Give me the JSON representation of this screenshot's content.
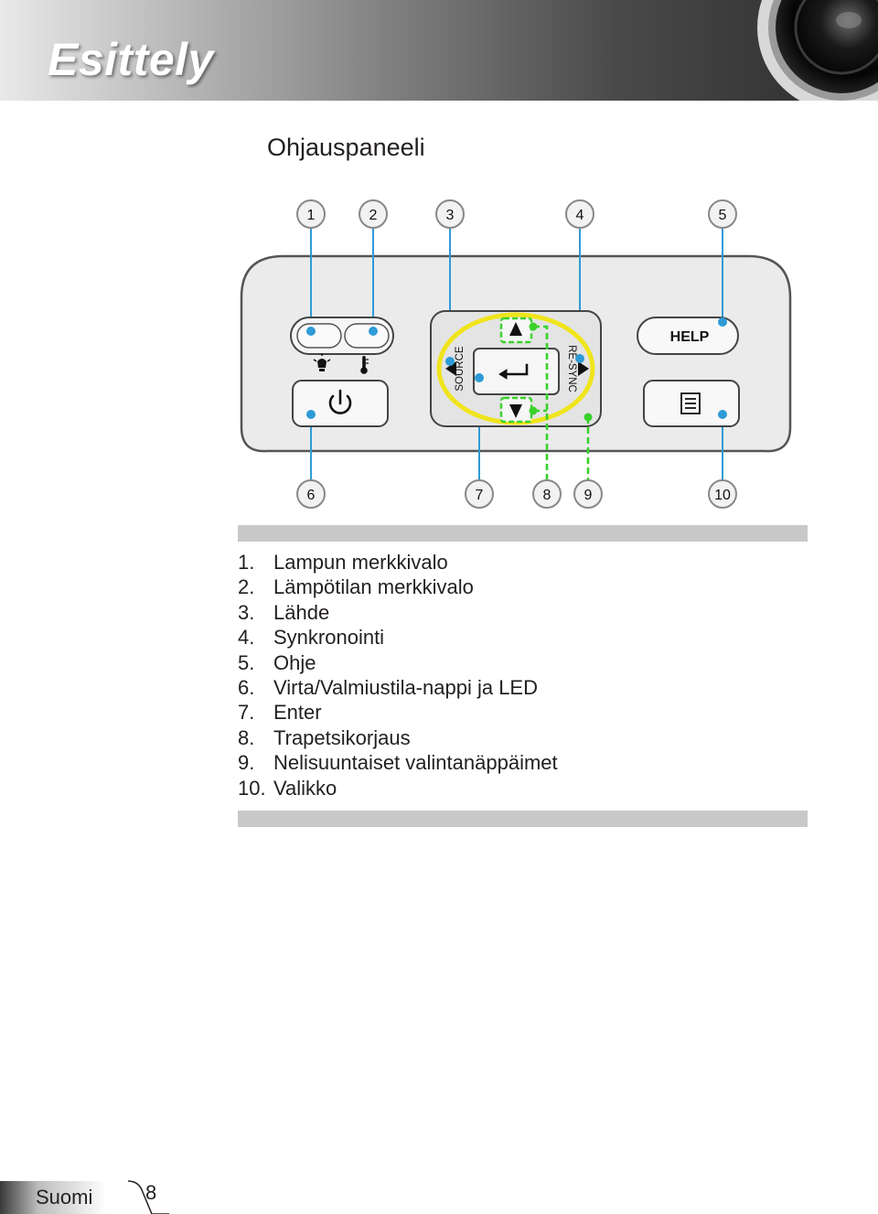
{
  "header": {
    "title": "Esittely"
  },
  "section": {
    "title": "Ohjauspaneeli"
  },
  "panel": {
    "callouts_top": [
      "1",
      "2",
      "3",
      "4",
      "5"
    ],
    "callouts_bottom": [
      "6",
      "7",
      "8",
      "9",
      "10"
    ],
    "source_label": "SOURCE",
    "resync_label": "RE-SYNC",
    "help_label": "HELP",
    "icons": [
      "lamp-icon",
      "thermometer-icon",
      "power-icon",
      "enter-icon",
      "arrow-up-icon",
      "arrow-down-icon",
      "arrow-left-icon",
      "arrow-right-icon",
      "menu-icon"
    ],
    "colors": {
      "callout_dot": "#2e9bd6",
      "keystone_dash": "#39d22b",
      "direction_ring": "#f0e41c"
    }
  },
  "legend": [
    {
      "num": "1.",
      "label": "Lampun merkkivalo"
    },
    {
      "num": "2.",
      "label": "Lämpötilan merkkivalo"
    },
    {
      "num": "3.",
      "label": "Lähde"
    },
    {
      "num": "4.",
      "label": "Synkronointi"
    },
    {
      "num": "5.",
      "label": "Ohje"
    },
    {
      "num": "6.",
      "label": "Virta/Valmiustila-nappi ja LED"
    },
    {
      "num": "7.",
      "label": "Enter"
    },
    {
      "num": "8.",
      "label": "Trapetsikorjaus"
    },
    {
      "num": "9.",
      "label": "Nelisuuntaiset valintanäppäimet"
    },
    {
      "num": "10.",
      "label": "Valikko"
    }
  ],
  "footer": {
    "language": "Suomi",
    "page": "8"
  }
}
